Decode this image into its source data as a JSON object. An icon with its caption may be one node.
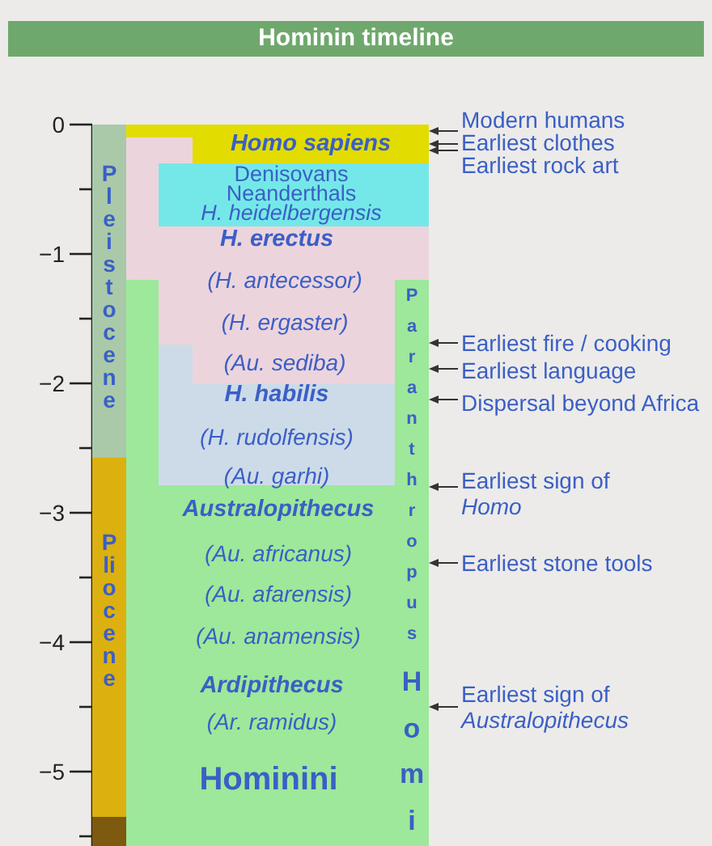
{
  "diagram": {
    "title": "Hominin timeline",
    "nodes": [
      {
        "text": [
          "Pleistocene"
        ]
      },
      {
        "text": [
          "Pliocene"
        ]
      },
      {
        "text": [],
        "shape": "bar"
      },
      {
        "text": [
          "Paranthropus",
          "Australopithecus",
          "(*Au. africanus*)",
          "(*Au. afarensis*)",
          "(*Au. anamensis*)",
          "Ardipithecus",
          "(*Ar. ramidus*)",
          "Hominini",
          "Homi"
        ]
      },
      {
        "text": [
          "H. erectus",
          "(*H. antecessor*)",
          "(*H. ergaster*)",
          "(*Au. sediba*)"
        ],
        "in": 3
      },
      {
        "text": [
          "Homo sapiens"
        ],
        "in": 4
      },
      {
        "text": [
          "Denisovans",
          "Neanderthals",
          "H. heidelbergensis"
        ],
        "in": 4
      },
      {
        "text": [
          "H. habilis",
          "(*H. rudolfensis*)",
          "(*Au. garhi*)"
        ],
        "in": 4
      },
      {
        "text": [
          "Modern humans"
        ]
      },
      {
        "text": [
          "Earliest clothes"
        ]
      },
      {
        "text": [
          "Earliest rock art"
        ]
      },
      {
        "text": [
          "Earliest fire / cooking"
        ]
      },
      {
        "text": [
          "Earliest language"
        ]
      },
      {
        "text": [
          "Dispersal beyond Africa"
        ]
      },
      {
        "text": [
          "Earliest sign of *Homo*"
        ]
      },
      {
        "text": [
          "Earliest stone tools"
        ]
      },
      {
        "text": [
          "Earliest sign of *Australopithecus*"
        ]
      }
    ],
    "edges": [
      {
        "from": 8,
        "to": 5,
        "arrow": "to"
      },
      {
        "from": 9,
        "to": 5,
        "arrow": "to"
      },
      {
        "from": 10,
        "to": 5,
        "arrow": "to"
      },
      {
        "from": 11,
        "to": 3,
        "arrow": "to"
      },
      {
        "from": 12,
        "to": 3,
        "arrow": "to"
      },
      {
        "from": 13,
        "to": 3,
        "arrow": "to"
      },
      {
        "from": 14,
        "to": 3,
        "arrow": "to"
      },
      {
        "from": 15,
        "to": 3,
        "arrow": "to"
      },
      {
        "from": 16,
        "to": 3,
        "arrow": "to"
      }
    ],
    "labels": [
      "0",
      "−1",
      "−2",
      "−3",
      "−4",
      "−5"
    ]
  }
}
